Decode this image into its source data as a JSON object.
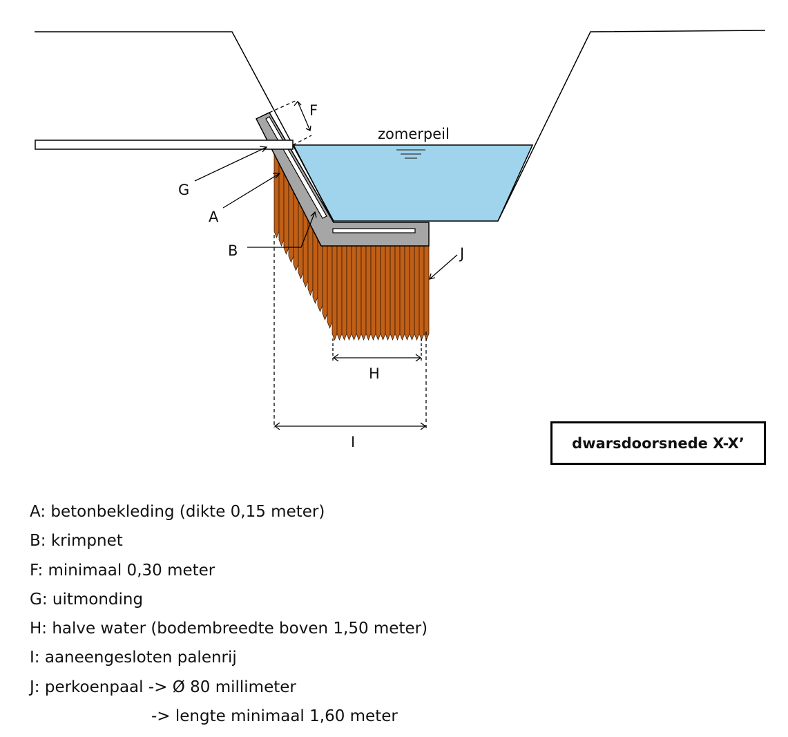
{
  "labels": {
    "zomerpeil": "zomerpeil",
    "A": "A",
    "B": "B",
    "F": "F",
    "G": "G",
    "H": "H",
    "I": "I",
    "J": "J"
  },
  "title": "dwarsdoorsnede X-X’",
  "legend": [
    "A: betonbekleding (dikte 0,15 meter)",
    "B: krimpnet",
    "F: minimaal 0,30 meter",
    "G: uitmonding",
    "H: halve water (bodembreedte boven 1,50 meter)",
    "I: aaneengesloten palenrij",
    "J: perkoenpaal -> Ø 80 millimeter",
    "-> lengte minimaal 1,60 meter"
  ],
  "colors": {
    "water": "#9fd4ec",
    "concrete": "#a6a6a6",
    "pile": "#c05f16",
    "pile_line": "#3a1a05",
    "line": "#000000"
  }
}
